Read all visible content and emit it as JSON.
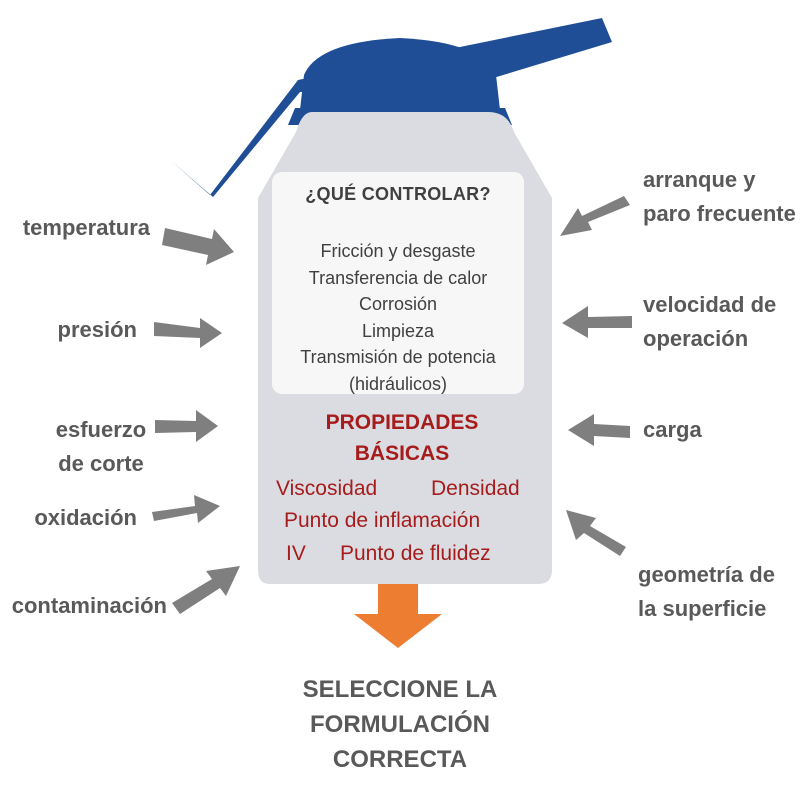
{
  "diagram": {
    "panel_title": "¿QUÉ CONTROLAR?",
    "control_items": [
      "Fricción y desgaste",
      "Transferencia de calor",
      "Corrosión",
      "Limpieza",
      "Transmisión de potencia",
      "(hidráulicos)"
    ],
    "properties_title_line1": "PROPIEDADES",
    "properties_title_line2": "BÁSICAS",
    "properties": {
      "viscosity": "Viscosidad",
      "density": "Densidad",
      "flash_point": "Punto de inflamación",
      "vi": "IV",
      "pour_point": "Punto de fluidez"
    },
    "left_factors": {
      "temperature": "temperatura",
      "pressure": "presión",
      "shear_line1": "esfuerzo",
      "shear_line2": "de corte",
      "oxidation": "oxidación",
      "contamination": "contaminación"
    },
    "right_factors": {
      "startstop_line1": "arranque y",
      "startstop_line2": "paro frecuente",
      "speed_line1": "velocidad de",
      "speed_line2": "operación",
      "load": "carga",
      "geometry_line1": "geometría de",
      "geometry_line2": "la superficie"
    },
    "result_line1": "SELECCIONE LA",
    "result_line2": "FORMULACIÓN",
    "result_line3": "CORRECTA",
    "colors": {
      "bottle_body": "#dadce1",
      "bottle_cap": "#1f4e96",
      "panel": "#f7f7f8",
      "label_gray": "#595959",
      "arrow_gray": "#7f7f7f",
      "accent_red": "#a61c1c",
      "result_arrow": "#ed7d31"
    }
  }
}
